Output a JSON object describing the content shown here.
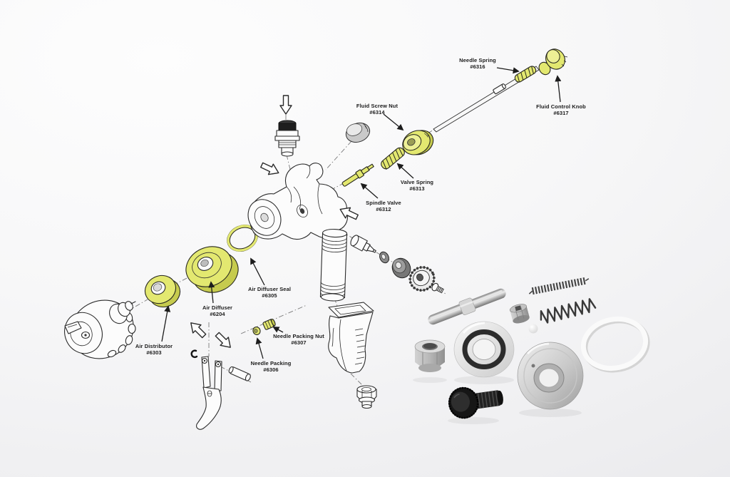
{
  "diagram": {
    "type": "exploded-parts-diagram",
    "highlight_color": "#e3e870",
    "labels": [
      {
        "name": "Needle Spring",
        "number": "#6316"
      },
      {
        "name": "Fluid Control Knob",
        "number": "#6317"
      },
      {
        "name": "Fluid Screw Nut",
        "number": "#6314"
      },
      {
        "name": "Valve Spring",
        "number": "#6313"
      },
      {
        "name": "Spindle Valve",
        "number": "#6312"
      },
      {
        "name": "Air Diffuser Seal",
        "number": "#6305"
      },
      {
        "name": "Air Diffuser",
        "number": "#6204"
      },
      {
        "name": "Air Distributor",
        "number": "#6303"
      },
      {
        "name": "Needle Packing Nut",
        "number": "#6307"
      },
      {
        "name": "Needle Packing",
        "number": "#6306"
      }
    ]
  }
}
